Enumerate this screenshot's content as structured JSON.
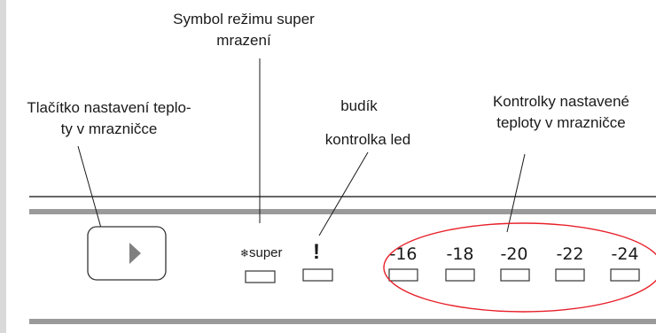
{
  "callouts": {
    "super_symbol": [
      "Symbol režimu super",
      "mrazení"
    ],
    "temp_button": [
      "Tlačítko nastavení teplo-",
      "ty v mrazničce"
    ],
    "alarm": "budík",
    "ice_light": "kontrolka led",
    "temp_indicators": [
      "Kontrolky nastavené",
      "teploty v mrazničce"
    ]
  },
  "panel": {
    "super_label": "super",
    "alarm_symbol": "!",
    "temperatures": [
      "-16",
      "-18",
      "-20",
      "-22",
      "-24"
    ]
  },
  "colors": {
    "highlight_ellipse": "#e8202a",
    "panel_bar": "#9a9a9a",
    "frame_line": "#333333",
    "left_strip": "#d9d9d9"
  },
  "icons": {
    "button_icon": "play-triangle-icon",
    "super_icon": "snowflake-icon"
  }
}
